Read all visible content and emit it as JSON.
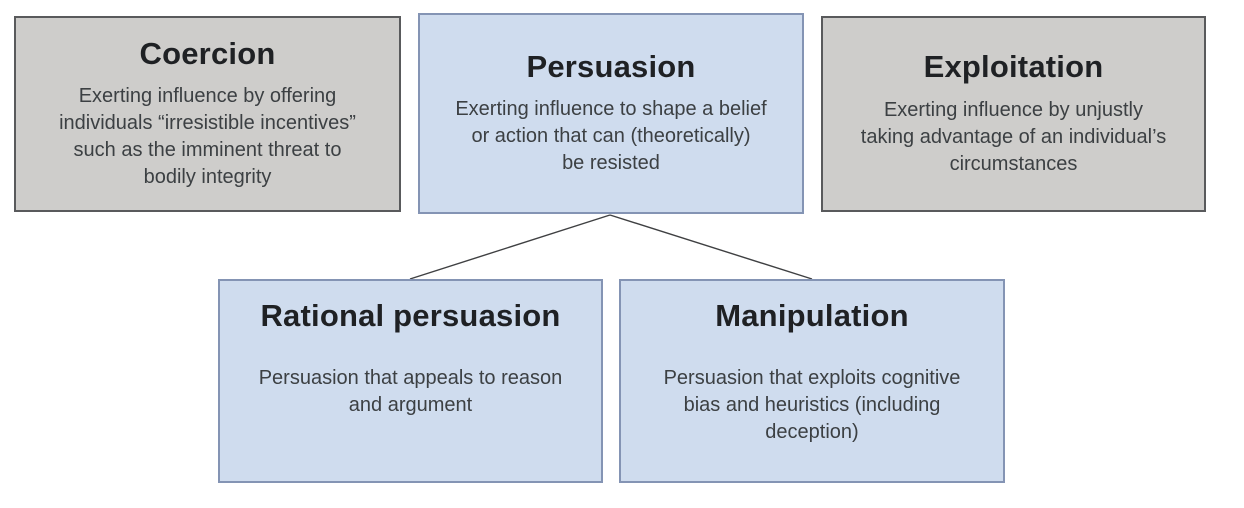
{
  "diagram": {
    "nodes": [
      {
        "id": "coercion",
        "title": "Coercion",
        "description": "Exerting influence by offering\nindividuals “irresistible incentives”\nsuch as the imminent threat to\nbodily integrity",
        "variant": "gray"
      },
      {
        "id": "persuasion",
        "title": "Persuasion",
        "description": "Exerting influence to shape a belief\nor action that can (theoretically)\nbe resisted",
        "variant": "blue"
      },
      {
        "id": "exploitation",
        "title": "Exploitation",
        "description": "Exerting influence by unjustly\ntaking advantage of an individual’s\ncircumstances",
        "variant": "gray"
      },
      {
        "id": "rational-persuasion",
        "title": "Rational persuasion",
        "description": "Persuasion that appeals to reason\nand argument",
        "variant": "blue"
      },
      {
        "id": "manipulation",
        "title": "Manipulation",
        "description": "Persuasion that exploits cognitive\nbias and heuristics (including\ndeception)",
        "variant": "blue"
      }
    ],
    "edges": [
      {
        "from": "persuasion",
        "to": "rational-persuasion"
      },
      {
        "from": "persuasion",
        "to": "manipulation"
      }
    ],
    "colors": {
      "gray_fill": "#cecdcb",
      "gray_border": "#595a5c",
      "blue_fill": "#cfdcee",
      "blue_border": "#8494b4",
      "edge_line": "#3f4042",
      "title_text": "#1f2124",
      "body_text": "#3c4043",
      "background": "#ffffff"
    }
  }
}
